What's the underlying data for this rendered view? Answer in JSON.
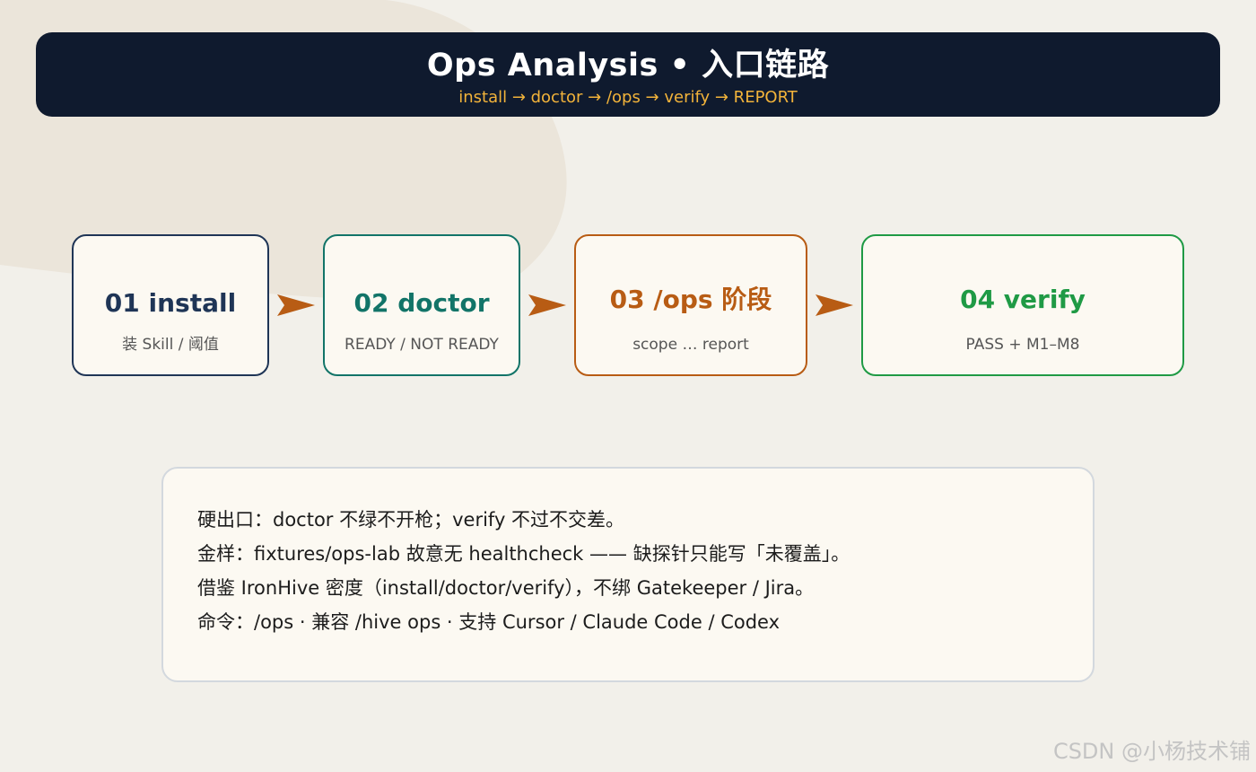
{
  "header": {
    "title": "Ops Analysis • 入口链路",
    "subtitle": "install → doctor → /ops → verify → REPORT"
  },
  "steps": [
    {
      "title": "01 install",
      "subtitle": "装 Skill / 阈值",
      "color": "#1f3556"
    },
    {
      "title": "02 doctor",
      "subtitle": "READY / NOT READY",
      "color": "#127468"
    },
    {
      "title": "03 /ops 阶段",
      "subtitle": "scope … report",
      "color": "#b85c14"
    },
    {
      "title": "04 verify",
      "subtitle": "PASS + M1–M8",
      "color": "#1f9a45"
    }
  ],
  "arrow_color": "#b85c14",
  "notes": [
    "硬出口：doctor 不绿不开枪；verify 不过不交差。",
    "金样：fixtures/ops-lab 故意无 healthcheck —— 缺探针只能写「未覆盖」。",
    "借鉴 IronHive 密度（install/doctor/verify），不绑 Gatekeeper / Jira。",
    "命令：/ops · 兼容 /hive ops · 支持 Cursor / Claude Code / Codex"
  ],
  "watermark": "CSDN @小杨技术铺"
}
